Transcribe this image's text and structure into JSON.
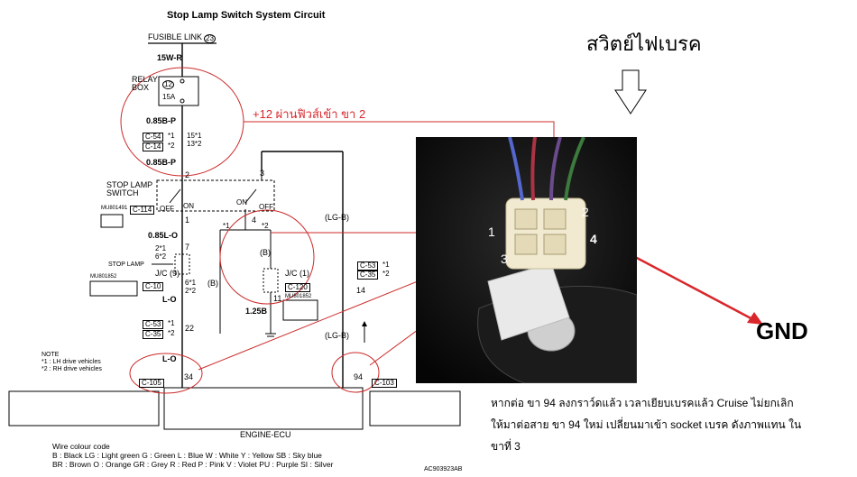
{
  "title": "Stop Lamp Switch System Circuit",
  "fusible_link": "FUSIBLE LINK",
  "fusible_link_num": "23",
  "wire_15wr": "15W-R",
  "relay_box": [
    "RELAY",
    "BOX"
  ],
  "fuse_num": "12",
  "fuse_amp": "15A",
  "wire_085bp_top": "0.85B-P",
  "wire_085bp_bottom": "0.85B-P",
  "c54": "C-54",
  "c14": "C-14",
  "pins_15_13": [
    "15*1",
    "13*2"
  ],
  "star1": "*1",
  "star2": "*2",
  "pin_2": "2",
  "pin_3": "3",
  "stop_lamp_switch": [
    "STOP LAMP",
    "SWITCH"
  ],
  "mu801491": "MU801491",
  "c114": "C-114",
  "off_left": "OFF",
  "on_left": "ON",
  "on_right": "ON",
  "off_right": "OFF",
  "pin_1": "1",
  "pin_4": "4",
  "star1b": "*1",
  "star2b": "*2",
  "wire_lgb_top": "(LG-B)",
  "wire_085lo": "0.85L-O",
  "pin_7": "7",
  "pins_2_6": [
    "2*1",
    "6*2"
  ],
  "stop_lamp": "STOP LAMP",
  "jc9": "J/C (9)",
  "c10": "C-10",
  "mu801852": "MU801852",
  "wire_lo_mid": "L-O",
  "pins_6_2": [
    "6*1",
    "2*2"
  ],
  "label_b_left": "(B)",
  "label_b_mid": "(B)",
  "jc1": "J/C (1)",
  "c120": "C-120",
  "mu801852b": "MU801852",
  "pin_11": "11",
  "wire_125b": "1.25B",
  "c53_right": "C-53",
  "c35_right": "C-35",
  "pin_14": "14",
  "c53_left": "C-53",
  "c35_left": "C-35",
  "pin_22": "22",
  "note": [
    "NOTE",
    "*1 : LH drive vehicles",
    "*2 : RH drive vehicles"
  ],
  "wire_lo_low": "L-O",
  "wire_lgb_low": "(LG-B)",
  "pin_34": "34",
  "pin_94": "94",
  "c105": "C-105",
  "c103": "C-103",
  "engine_ecu": "ENGINE-ECU",
  "wire_colour_code": "Wire colour code",
  "colour_line1": "B : Black    LG : Light green    G : Green    L : Blue    W : White    Y : Yellow    SB : Sky blue",
  "colour_line2": "BR : Brown    O : Orange    GR : Grey    R : Red    P : Pink    V : Violet    PU : Purple    SI : Silver",
  "ac_code": "AC903923AB",
  "annotation_plus12": "+12 ผ่านฟิวส์เข้า ขา 2",
  "thai_heading": "สวิตย์ไฟเบรค",
  "photo_labels": [
    "1",
    "2",
    "3",
    "4"
  ],
  "gnd": "GND",
  "thai_note": [
    "หากต่อ ขา 94 ลงกราว์ดแล้ว เวลาเยียบเบรคแล้ว Cruise ไม่ยกเลิก",
    "ให้มาต่อสาย ขา 94 ใหม่ เปลี่ยนมาเข้า socket เบรค ดังภาพแทน ใน",
    "ขาที่ 3"
  ],
  "colors": {
    "annotation_red": "#d9262b",
    "circle_red": "#cc2a2a"
  }
}
